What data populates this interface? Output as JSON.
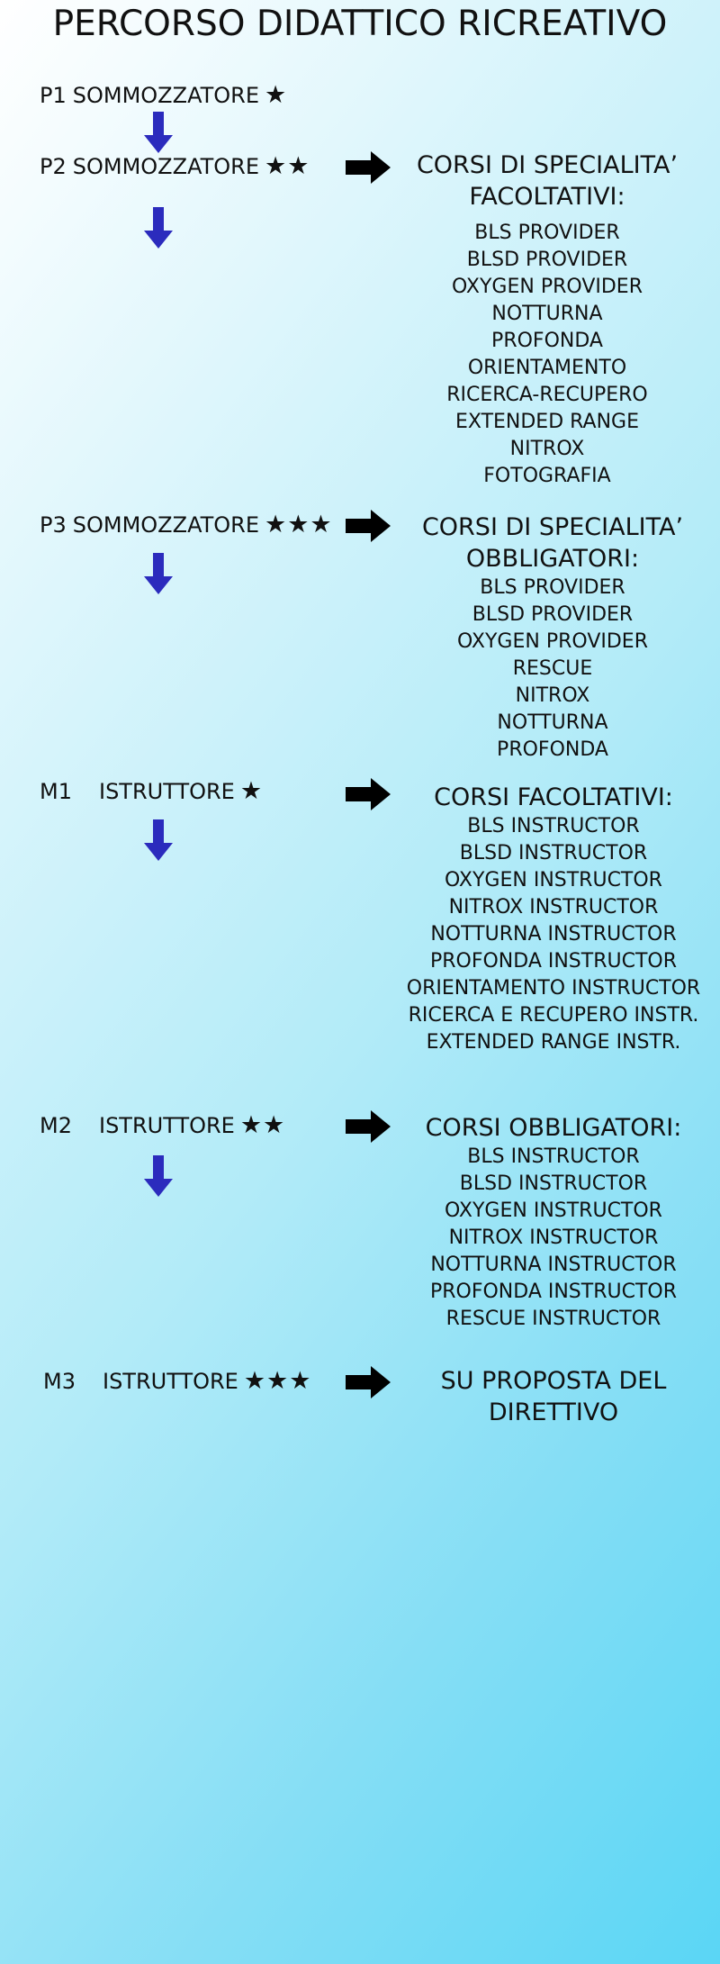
{
  "title": "PERCORSO DIDATTICO RICREATIVO",
  "colors": {
    "down_arrow": "#2b2bbd",
    "right_arrow": "#000000",
    "background_start": "#ffffff",
    "background_end": "#5ad6f5"
  },
  "levels": [
    {
      "code": "P1",
      "role": "SOMMOZZATORE",
      "stars": "★"
    },
    {
      "code": "P2",
      "role": "SOMMOZZATORE",
      "stars": "★★"
    },
    {
      "code": "P3",
      "role": "SOMMOZZATORE",
      "stars": "★★★"
    },
    {
      "code": "M1",
      "role": "ISTRUTTORE",
      "stars": "★"
    },
    {
      "code": "M2",
      "role": "ISTRUTTORE",
      "stars": "★★"
    },
    {
      "code": "M3",
      "role": "ISTRUTTORE",
      "stars": "★★★"
    }
  ],
  "courses": {
    "p2": {
      "heading_line1": "CORSI DI SPECIALITA’",
      "heading_line2": "FACOLTATIVI:",
      "items": [
        "BLS PROVIDER",
        "BLSD PROVIDER",
        "OXYGEN PROVIDER",
        "NOTTURNA",
        "PROFONDA",
        "ORIENTAMENTO",
        "RICERCA-RECUPERO",
        "EXTENDED RANGE",
        "NITROX",
        "FOTOGRAFIA"
      ]
    },
    "p3": {
      "heading_line1": "CORSI DI SPECIALITA’",
      "heading_line2": "OBBLIGATORI:",
      "items": [
        "BLS PROVIDER",
        "BLSD PROVIDER",
        "OXYGEN PROVIDER",
        "RESCUE",
        "NITROX",
        "NOTTURNA",
        "PROFONDA"
      ]
    },
    "m1": {
      "heading_line1": "CORSI FACOLTATIVI:",
      "items": [
        "BLS INSTRUCTOR",
        "BLSD INSTRUCTOR",
        "OXYGEN INSTRUCTOR",
        "NITROX INSTRUCTOR",
        "NOTTURNA INSTRUCTOR",
        "PROFONDA INSTRUCTOR",
        "ORIENTAMENTO INSTRUCTOR",
        "RICERCA E RECUPERO INSTR.",
        "EXTENDED RANGE INSTR."
      ]
    },
    "m2": {
      "heading_line1": "CORSI OBBLIGATORI:",
      "items": [
        "BLS INSTRUCTOR",
        "BLSD INSTRUCTOR",
        "OXYGEN INSTRUCTOR",
        "NITROX INSTRUCTOR",
        "NOTTURNA INSTRUCTOR",
        "PROFONDA INSTRUCTOR",
        "RESCUE INSTRUCTOR"
      ]
    },
    "m3": {
      "heading_line1": "SU PROPOSTA DEL",
      "heading_line2": "DIRETTIVO"
    }
  }
}
